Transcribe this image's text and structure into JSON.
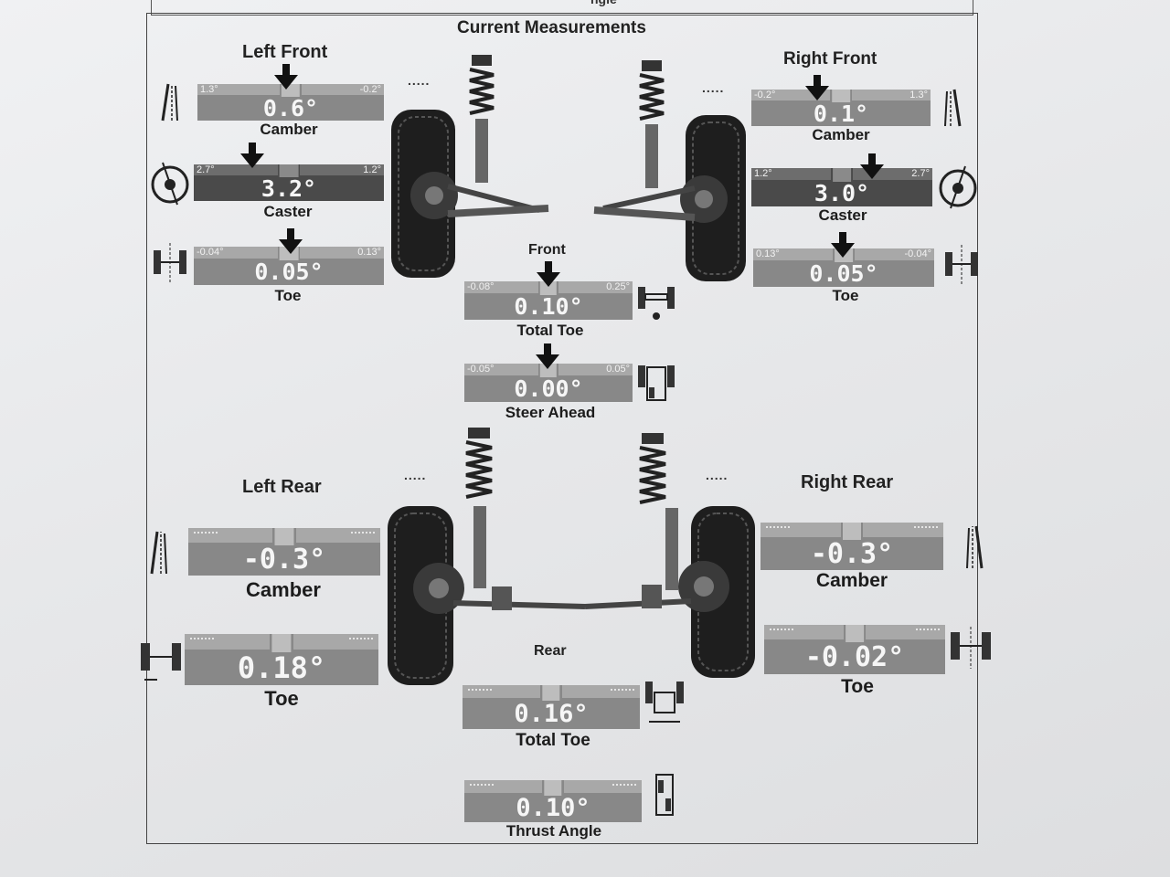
{
  "page": {
    "title": "Current Measurements",
    "top_fragment": "ngle"
  },
  "sections": {
    "left_front": "Left Front",
    "right_front": "Right Front",
    "front": "Front",
    "left_rear": "Left Rear",
    "right_rear": "Right Rear",
    "rear": "Rear",
    "dots": "....."
  },
  "front": {
    "left_camber": {
      "value": "0.6°",
      "min": "1.3°",
      "max": "-0.2°",
      "label": "Camber"
    },
    "left_caster": {
      "value": "3.2°",
      "min": "2.7°",
      "max": "1.2°",
      "label": "Caster"
    },
    "left_toe": {
      "value": "0.05°",
      "min": "-0.04°",
      "max": "0.13°",
      "label": "Toe"
    },
    "right_camber": {
      "value": "0.1°",
      "min": "-0.2°",
      "max": "1.3°",
      "label": "Camber"
    },
    "right_caster": {
      "value": "3.0°",
      "min": "1.2°",
      "max": "2.7°",
      "label": "Caster"
    },
    "right_toe": {
      "value": "0.05°",
      "min": "0.13°",
      "max": "-0.04°",
      "label": "Toe"
    },
    "total_toe": {
      "value": "0.10°",
      "min": "-0.08°",
      "max": "0.25°",
      "label": "Total Toe"
    },
    "steer_ahead": {
      "value": "0.00°",
      "min": "-0.05°",
      "max": "0.05°",
      "label": "Steer Ahead"
    }
  },
  "rear": {
    "left_camber": {
      "value": "-0.3°",
      "label": "Camber"
    },
    "left_toe": {
      "value": "0.18°",
      "label": "Toe"
    },
    "right_camber": {
      "value": "-0.3°",
      "label": "Camber"
    },
    "right_toe": {
      "value": "-0.02°",
      "label": "Toe"
    },
    "total_toe": {
      "value": "0.16°",
      "label": "Total Toe"
    },
    "thrust_angle": {
      "value": "0.10°",
      "label": "Thrust Angle"
    }
  },
  "icons": {
    "camber": "camber-icon",
    "caster": "caster-icon",
    "toe": "toe-icon",
    "front_suspension": "front-suspension-icon",
    "rear_suspension": "rear-suspension-icon",
    "thrust": "thrust-angle-icon"
  }
}
